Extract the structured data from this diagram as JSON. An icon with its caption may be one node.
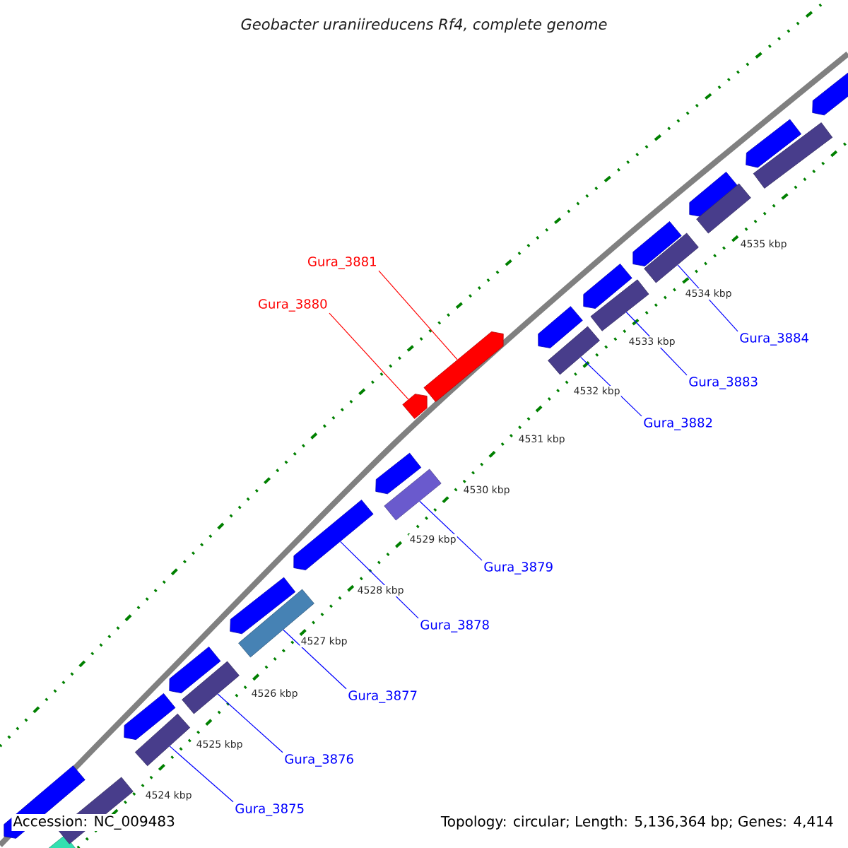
{
  "diagram": {
    "title": "Geobacter uraniireducens Rf4, complete genome",
    "nodes": [
      {
        "text": [
          "Gura_3881"
        ]
      },
      {
        "text": [
          "Gura_3880"
        ]
      },
      {
        "text": [
          "Gura_3884"
        ]
      },
      {
        "text": [
          "Gura_3883"
        ]
      },
      {
        "text": [
          "Gura_3882"
        ]
      },
      {
        "text": [
          "Gura_3879"
        ]
      },
      {
        "text": [
          "Gura_3878"
        ]
      },
      {
        "text": [
          "Gura_3877"
        ]
      },
      {
        "text": [
          "Gura_3876"
        ]
      },
      {
        "text": [
          "Gura_3875"
        ]
      },
      {
        "text": [],
        "shape": "arrow"
      },
      {
        "text": [],
        "shape": "bar"
      },
      {
        "text": [],
        "shape": "bar"
      },
      {
        "text": [],
        "shape": "arrow"
      },
      {
        "text": [],
        "shape": "bar"
      },
      {
        "text": [],
        "shape": "arrow"
      },
      {
        "text": [],
        "shape": "bar"
      },
      {
        "text": [],
        "shape": "arrow"
      },
      {
        "text": [],
        "shape": "bar"
      },
      {
        "text": [],
        "shape": "arrow"
      },
      {
        "text": [],
        "shape": "arrow"
      },
      {
        "text": [],
        "shape": "bar"
      },
      {
        "text": [],
        "shape": "arrow"
      },
      {
        "text": [],
        "shape": "arrow"
      },
      {
        "text": [],
        "shape": "arrow"
      },
      {
        "text": [],
        "shape": "bar"
      },
      {
        "text": [],
        "shape": "arrow"
      },
      {
        "text": [],
        "shape": "bar"
      },
      {
        "text": [],
        "shape": "arrow"
      },
      {
        "text": [],
        "shape": "bar"
      },
      {
        "text": [],
        "shape": "arrow"
      },
      {
        "text": [],
        "shape": "bar"
      },
      {
        "text": [],
        "shape": "arrow"
      },
      {
        "text": [],
        "shape": "bar"
      },
      {
        "text": [],
        "shape": "arrow"
      }
    ],
    "edges": [
      {
        "from": 0,
        "to": 23,
        "arrow": "none",
        "color": "#ff0000"
      },
      {
        "from": 1,
        "to": 22,
        "arrow": "none",
        "color": "#ff0000"
      },
      {
        "from": 2,
        "to": 29,
        "arrow": "none"
      },
      {
        "from": 3,
        "to": 27,
        "arrow": "none"
      },
      {
        "from": 4,
        "to": 25,
        "arrow": "none"
      },
      {
        "from": 5,
        "to": 21,
        "arrow": "none"
      },
      {
        "from": 6,
        "to": 19,
        "arrow": "none"
      },
      {
        "from": 7,
        "to": 18,
        "arrow": "none"
      },
      {
        "from": 8,
        "to": 16,
        "arrow": "none"
      },
      {
        "from": 9,
        "to": 14,
        "arrow": "none"
      }
    ],
    "labels": [
      "4535 kbp",
      "4534 kbp",
      "4533 kbp",
      "4532 kbp",
      "4531 kbp",
      "4530 kbp",
      "4529 kbp",
      "4528 kbp",
      "4527 kbp",
      "4526 kbp",
      "4525 kbp",
      "4524 kbp",
      "Accession: NC_009483",
      "Topology: circular; Length: 5,136,364 bp; Genes: 4,414"
    ]
  }
}
